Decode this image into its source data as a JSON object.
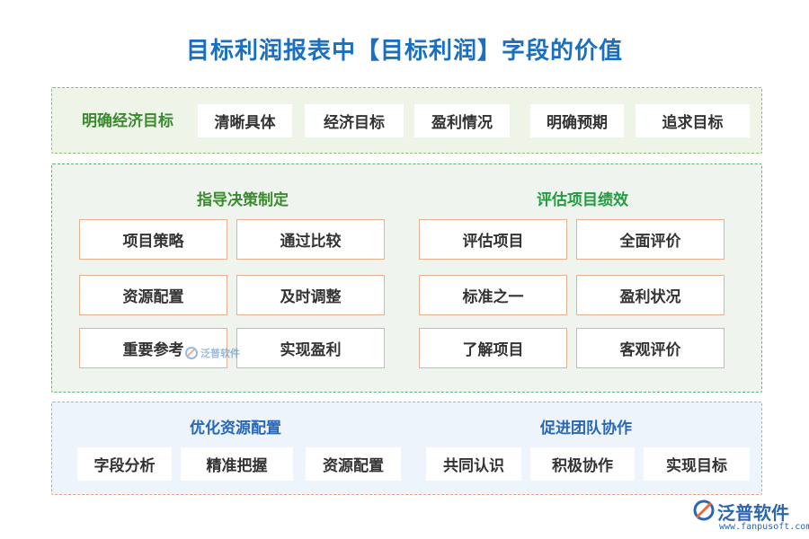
{
  "title": "目标利润报表中【目标利润】字段的价值",
  "section1": {
    "heading": "明确经济目标",
    "items": [
      "清晰具体",
      "经济目标",
      "盈利情况",
      "明确预期",
      "追求目标"
    ]
  },
  "section2": {
    "left": {
      "heading": "指导决策制定",
      "items": [
        "项目策略",
        "通过比较",
        "资源配置",
        "及时调整",
        "重要参考",
        "实现盈利"
      ]
    },
    "right": {
      "heading": "评估项目绩效",
      "items": [
        "评估项目",
        "全面评价",
        "标准之一",
        "盈利状况",
        "了解项目",
        "客观评价"
      ]
    }
  },
  "section3": {
    "left": {
      "heading": "优化资源配置",
      "items": [
        "字段分析",
        "精准把握",
        "资源配置"
      ]
    },
    "right": {
      "heading": "促进团队协作",
      "items": [
        "共同认识",
        "积极协作",
        "实现目标"
      ]
    }
  },
  "watermark": {
    "text": "泛普软件"
  },
  "logo": {
    "name": "泛普软件",
    "url": "www.fanpusoft.com"
  },
  "colors": {
    "title": "#1a6fc0",
    "heading_green": "#3a8a2e",
    "heading_bright_green": "#1e9e3e",
    "heading_blue": "#2a66b4",
    "box_border": "#e8b08c"
  }
}
